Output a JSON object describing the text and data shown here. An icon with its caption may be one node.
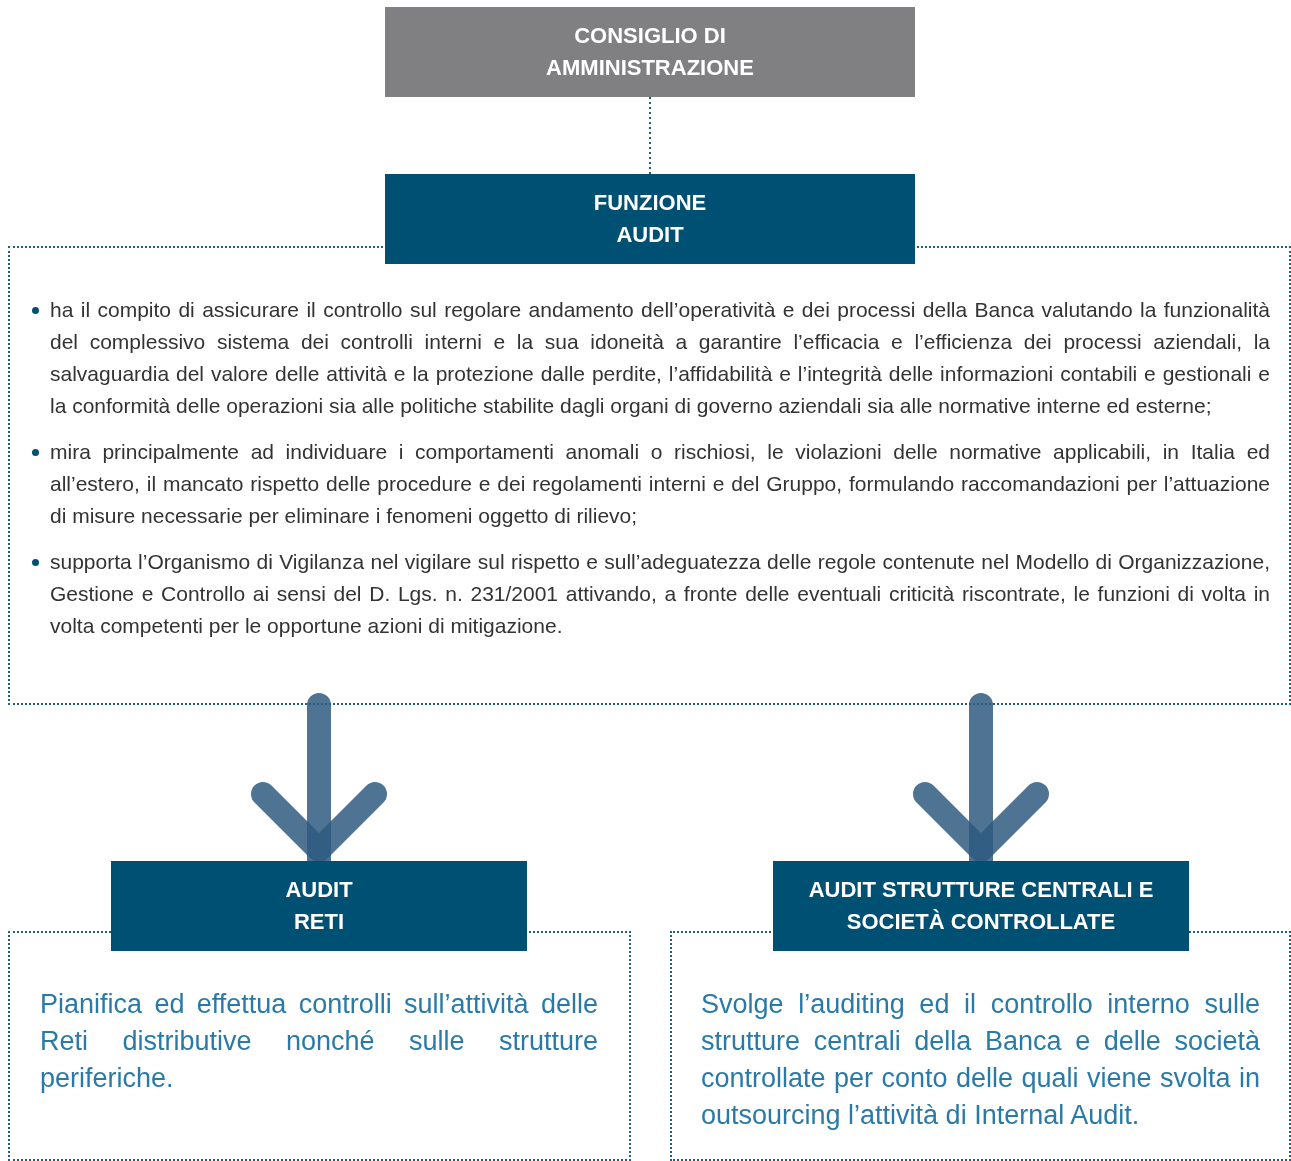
{
  "diagram": {
    "nodes": [
      {
        "text": [
          "CONSIGLIO DI AMMINISTRAZIONE"
        ]
      },
      {
        "text": [
          "FUNZIONE AUDIT",
          "ha il compito di assicurare il controllo sul regolare andamento dell’operatività e dei processi della Banca valutando la funzionalità del complessivo sistema dei controlli interni e la sua idoneità a garantire l’efficacia e l’efficienza dei processi aziendali, la salvaguardia del valore delle attività e la protezione dalle perdite, l’affidabilità e l’integrità delle informazioni contabili e gestionali e la conformità delle operazioni sia alle politiche stabilite dagli organi di governo aziendali sia alle normative interne ed esterne;",
          "mira principalmente ad individuare i comportamenti anomali o rischiosi, le violazioni delle normative applicabili, in Italia ed all’estero, il mancato rispetto delle procedure e dei regolamenti interni e del Gruppo, formulando raccomandazioni per l’attuazione di misure necessarie per eliminare i fenomeni oggetto di rilievo;",
          "supporta l’Organismo di Vigilanza nel vigilare sul rispetto e sull’adeguatezza delle regole contenute nel Modello di Organizzazione, Gestione e Controllo ai sensi del D. Lgs. n. 231/2001 attivando, a fronte delle eventuali criticità riscontrate, le funzioni di volta in volta competenti per le opportune azioni di mitigazione."
        ]
      },
      {
        "text": [
          "AUDIT RETI",
          "Pianifica ed effettua controlli sull’attività delle Reti distributive nonché sulle strutture periferiche."
        ]
      },
      {
        "text": [
          "AUDIT STRUTTURE CENTRALI E SOCIETÀ CONTROLLATE",
          "Svolge l’auditing ed il controllo interno sulle strutture centrali della Banca e delle società controllate per conto delle quali viene svolta in outsourcing l’attività di Internal Audit."
        ]
      }
    ],
    "edges": [
      {
        "from": 0,
        "to": 1,
        "arrow": "none",
        "style": "dashed"
      },
      {
        "from": 1,
        "to": 2,
        "arrow": "to"
      },
      {
        "from": 1,
        "to": 3,
        "arrow": "to"
      }
    ]
  }
}
